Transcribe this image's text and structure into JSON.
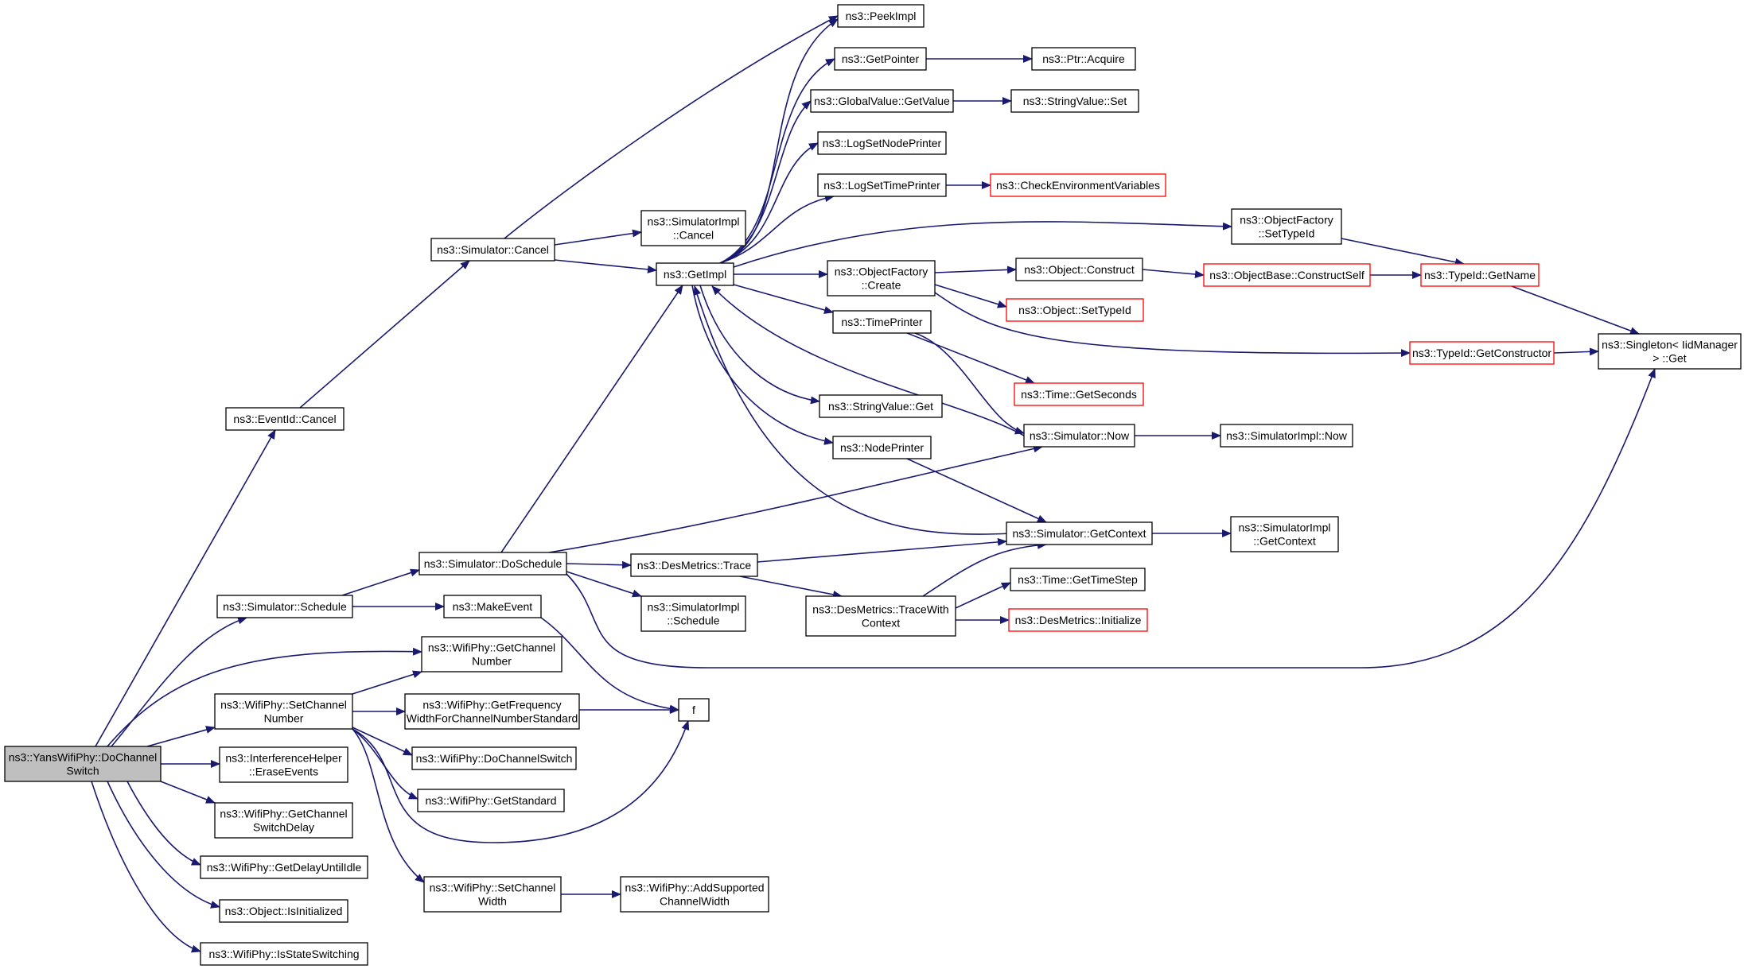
{
  "nodes": [
    {
      "id": "root",
      "lines": [
        "ns3::YansWifiPhy::DoChannel",
        "Switch"
      ],
      "style": "root"
    },
    {
      "id": "eventid_cancel",
      "lines": [
        "ns3::EventId::Cancel"
      ],
      "style": "normal"
    },
    {
      "id": "sim_cancel",
      "lines": [
        "ns3::Simulator::Cancel"
      ],
      "style": "normal"
    },
    {
      "id": "simimpl_cancel",
      "lines": [
        "ns3::SimulatorImpl",
        "::Cancel"
      ],
      "style": "normal"
    },
    {
      "id": "getimpl",
      "lines": [
        "ns3::GetImpl"
      ],
      "style": "normal"
    },
    {
      "id": "peekimpl",
      "lines": [
        "ns3::PeekImpl"
      ],
      "style": "normal"
    },
    {
      "id": "getpointer",
      "lines": [
        "ns3::GetPointer"
      ],
      "style": "normal"
    },
    {
      "id": "ptr_acquire",
      "lines": [
        "ns3::Ptr::Acquire"
      ],
      "style": "normal"
    },
    {
      "id": "gv_getvalue",
      "lines": [
        "ns3::GlobalValue::GetValue"
      ],
      "style": "normal"
    },
    {
      "id": "sv_set",
      "lines": [
        "ns3::StringValue::Set"
      ],
      "style": "normal"
    },
    {
      "id": "logsetnodeprinter",
      "lines": [
        "ns3::LogSetNodePrinter"
      ],
      "style": "normal"
    },
    {
      "id": "logsettimeprinter",
      "lines": [
        "ns3::LogSetTimePrinter"
      ],
      "style": "normal"
    },
    {
      "id": "checkenv",
      "lines": [
        "ns3::CheckEnvironmentVariables"
      ],
      "style": "truncated"
    },
    {
      "id": "of_settypeid",
      "lines": [
        "ns3::ObjectFactory",
        "::SetTypeId"
      ],
      "style": "normal"
    },
    {
      "id": "of_create",
      "lines": [
        "ns3::ObjectFactory",
        "::Create"
      ],
      "style": "normal"
    },
    {
      "id": "obj_construct",
      "lines": [
        "ns3::Object::Construct"
      ],
      "style": "normal"
    },
    {
      "id": "objbase_constructself",
      "lines": [
        "ns3::ObjectBase::ConstructSelf"
      ],
      "style": "truncated"
    },
    {
      "id": "typeid_getname",
      "lines": [
        "ns3::TypeId::GetName"
      ],
      "style": "truncated"
    },
    {
      "id": "obj_settypeid",
      "lines": [
        "ns3::Object::SetTypeId"
      ],
      "style": "truncated"
    },
    {
      "id": "typeid_getconstructor",
      "lines": [
        "ns3::TypeId::GetConstructor"
      ],
      "style": "truncated"
    },
    {
      "id": "singleton_get",
      "lines": [
        "ns3::Singleton< IidManager",
        "> ::Get"
      ],
      "style": "normal"
    },
    {
      "id": "timeprinter",
      "lines": [
        "ns3::TimePrinter"
      ],
      "style": "normal"
    },
    {
      "id": "time_getseconds",
      "lines": [
        "ns3::Time::GetSeconds"
      ],
      "style": "truncated"
    },
    {
      "id": "sv_get",
      "lines": [
        "ns3::StringValue::Get"
      ],
      "style": "normal"
    },
    {
      "id": "nodeprinter",
      "lines": [
        "ns3::NodePrinter"
      ],
      "style": "normal"
    },
    {
      "id": "sim_now",
      "lines": [
        "ns3::Simulator::Now"
      ],
      "style": "normal"
    },
    {
      "id": "simimpl_now",
      "lines": [
        "ns3::SimulatorImpl::Now"
      ],
      "style": "normal"
    },
    {
      "id": "sim_getcontext",
      "lines": [
        "ns3::Simulator::GetContext"
      ],
      "style": "normal"
    },
    {
      "id": "simimpl_getcontext",
      "lines": [
        "ns3::SimulatorImpl",
        "::GetContext"
      ],
      "style": "normal"
    },
    {
      "id": "sim_doschedule",
      "lines": [
        "ns3::Simulator::DoSchedule"
      ],
      "style": "normal"
    },
    {
      "id": "desmetrics_trace",
      "lines": [
        "ns3::DesMetrics::Trace"
      ],
      "style": "normal"
    },
    {
      "id": "desmetrics_tracewithcontext",
      "lines": [
        "ns3::DesMetrics::TraceWith",
        "Context"
      ],
      "style": "normal"
    },
    {
      "id": "time_gettimestep",
      "lines": [
        "ns3::Time::GetTimeStep"
      ],
      "style": "normal"
    },
    {
      "id": "desmetrics_initialize",
      "lines": [
        "ns3::DesMetrics::Initialize"
      ],
      "style": "truncated"
    },
    {
      "id": "simimpl_schedule",
      "lines": [
        "ns3::SimulatorImpl",
        "::Schedule"
      ],
      "style": "normal"
    },
    {
      "id": "sim_schedule",
      "lines": [
        "ns3::Simulator::Schedule"
      ],
      "style": "normal"
    },
    {
      "id": "makeevent",
      "lines": [
        "ns3::MakeEvent"
      ],
      "style": "normal"
    },
    {
      "id": "f",
      "lines": [
        "f"
      ],
      "style": "normal"
    },
    {
      "id": "wifiphy_getchannelnumber",
      "lines": [
        "ns3::WifiPhy::GetChannel",
        "Number"
      ],
      "style": "normal"
    },
    {
      "id": "wifiphy_setchannelnumber",
      "lines": [
        "ns3::WifiPhy::SetChannel",
        "Number"
      ],
      "style": "normal"
    },
    {
      "id": "wifiphy_getfrequencywidth",
      "lines": [
        "ns3::WifiPhy::GetFrequency",
        "WidthForChannelNumberStandard"
      ],
      "style": "normal"
    },
    {
      "id": "wifiphy_dochannelswitch",
      "lines": [
        "ns3::WifiPhy::DoChannelSwitch"
      ],
      "style": "normal"
    },
    {
      "id": "wifiphy_getstandard",
      "lines": [
        "ns3::WifiPhy::GetStandard"
      ],
      "style": "normal"
    },
    {
      "id": "interference_eraseevents",
      "lines": [
        "ns3::InterferenceHelper",
        "::EraseEvents"
      ],
      "style": "normal"
    },
    {
      "id": "wifiphy_getchannelswitchdelay",
      "lines": [
        "ns3::WifiPhy::GetChannel",
        "SwitchDelay"
      ],
      "style": "normal"
    },
    {
      "id": "wifiphy_getdelayuntilidle",
      "lines": [
        "ns3::WifiPhy::GetDelayUntilIdle"
      ],
      "style": "normal"
    },
    {
      "id": "object_isinitialized",
      "lines": [
        "ns3::Object::IsInitialized"
      ],
      "style": "normal"
    },
    {
      "id": "wifiphy_isstateswitching",
      "lines": [
        "ns3::WifiPhy::IsStateSwitching"
      ],
      "style": "normal"
    },
    {
      "id": "wifiphy_setchannelwidth",
      "lines": [
        "ns3::WifiPhy::SetChannel",
        "Width"
      ],
      "style": "normal"
    },
    {
      "id": "wifiphy_addsupportedchannelwidth",
      "lines": [
        "ns3::WifiPhy::AddSupported",
        "ChannelWidth"
      ],
      "style": "normal"
    }
  ],
  "colors": {
    "edge": "#191970",
    "root_fill": "#bfbfbf",
    "node_border": "#000000",
    "truncated_border": "#ff0000",
    "node_fill": "#ffffff"
  }
}
